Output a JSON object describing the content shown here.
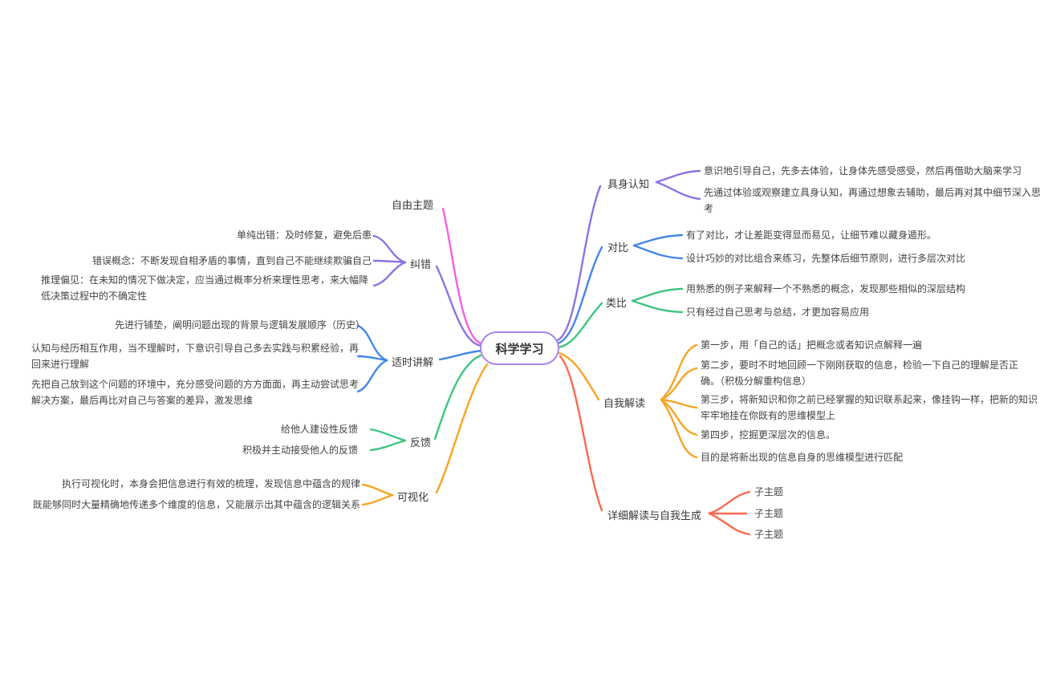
{
  "root": {
    "label": "科学学习"
  },
  "colors": {
    "root_border": "#a886e8",
    "pink": "#f75fdf",
    "purple": "#8f72e5",
    "blue": "#4586e8",
    "green": "#3ec57f",
    "orange": "#f7a426",
    "red": "#f9694f"
  },
  "left": {
    "branches": [
      {
        "label": "自由主题",
        "color": "#f75fdf",
        "children": []
      },
      {
        "label": "纠错",
        "color": "#8f72e5",
        "children": [
          {
            "text": "单纯出错：及时修复，避免后患"
          },
          {
            "text": "错误概念：不断发现自相矛盾的事情，直到自己不能继续欺骗自己"
          },
          {
            "text": "推理偏见：在未知的情况下做决定，应当通过概率分析来理性思考，来大幅降低决策过程中的不确定性"
          }
        ]
      },
      {
        "label": "适时讲解",
        "color": "#4586e8",
        "children": [
          {
            "text": "先进行铺垫，阐明问题出现的背景与逻辑发展顺序（历史）"
          },
          {
            "text": "认知与经历相互作用，当不理解时，下意识引导自己多去实践与积累经验，再回来进行理解"
          },
          {
            "text": "先把自己放到这个问题的环境中，充分感受问题的方方面面，再主动尝试思考解决方案，最后再比对自己与答案的差异，激发思维"
          }
        ]
      },
      {
        "label": "反馈",
        "color": "#3ec57f",
        "children": [
          {
            "text": "给他人建设性反馈"
          },
          {
            "text": "积极并主动接受他人的反馈"
          }
        ]
      },
      {
        "label": "可视化",
        "color": "#f7a426",
        "children": [
          {
            "text": "执行可视化时，本身会把信息进行有效的梳理，发现信息中蕴含的规律"
          },
          {
            "text": "既能够同时大量精确地传递多个维度的信息，又能展示出其中蕴含的逻辑关系"
          }
        ]
      }
    ]
  },
  "right": {
    "branches": [
      {
        "label": "具身认知",
        "color": "#8f72e5",
        "children": [
          {
            "text": "意识地引导自己，先多去体验，让身体先感受感受，然后再借助大脑来学习"
          },
          {
            "text": "先通过体验或观察建立具身认知，再通过想象去辅助，最后再对其中细节深入思考"
          }
        ]
      },
      {
        "label": "对比",
        "color": "#4586e8",
        "children": [
          {
            "text": "有了对比，才让差距变得显而易见，让细节难以藏身遁形。"
          },
          {
            "text": "设计巧妙的对比组合来练习，先整体后细节原则，进行多层次对比"
          }
        ]
      },
      {
        "label": "类比",
        "color": "#3ec57f",
        "children": [
          {
            "text": "用熟悉的例子来解释一个不熟悉的概念，发现那些相似的深层结构"
          },
          {
            "text": "只有经过自己思考与总结，才更加容易应用"
          }
        ]
      },
      {
        "label": "自我解读",
        "color": "#f7a426",
        "children": [
          {
            "text": "第一步，用「自己的话」把概念或者知识点解释一遍"
          },
          {
            "text": "第二步，要时不时地回顾一下刚刚获取的信息，检验一下自己的理解是否正确。（积极分解重构信息）"
          },
          {
            "text": "第三步，将新知识和你之前已经掌握的知识联系起来，像挂钩一样，把新的知识牢牢地挂在你既有的思维模型上"
          },
          {
            "text": "第四步，挖掘更深层次的信息。"
          },
          {
            "text": "目的是将新出现的信息自身的思维模型进行匹配"
          }
        ]
      },
      {
        "label": "详细解读与自我生成",
        "color": "#f9694f",
        "children": [
          {
            "text": "子主题"
          },
          {
            "text": "子主题"
          },
          {
            "text": "子主题"
          }
        ]
      }
    ]
  }
}
